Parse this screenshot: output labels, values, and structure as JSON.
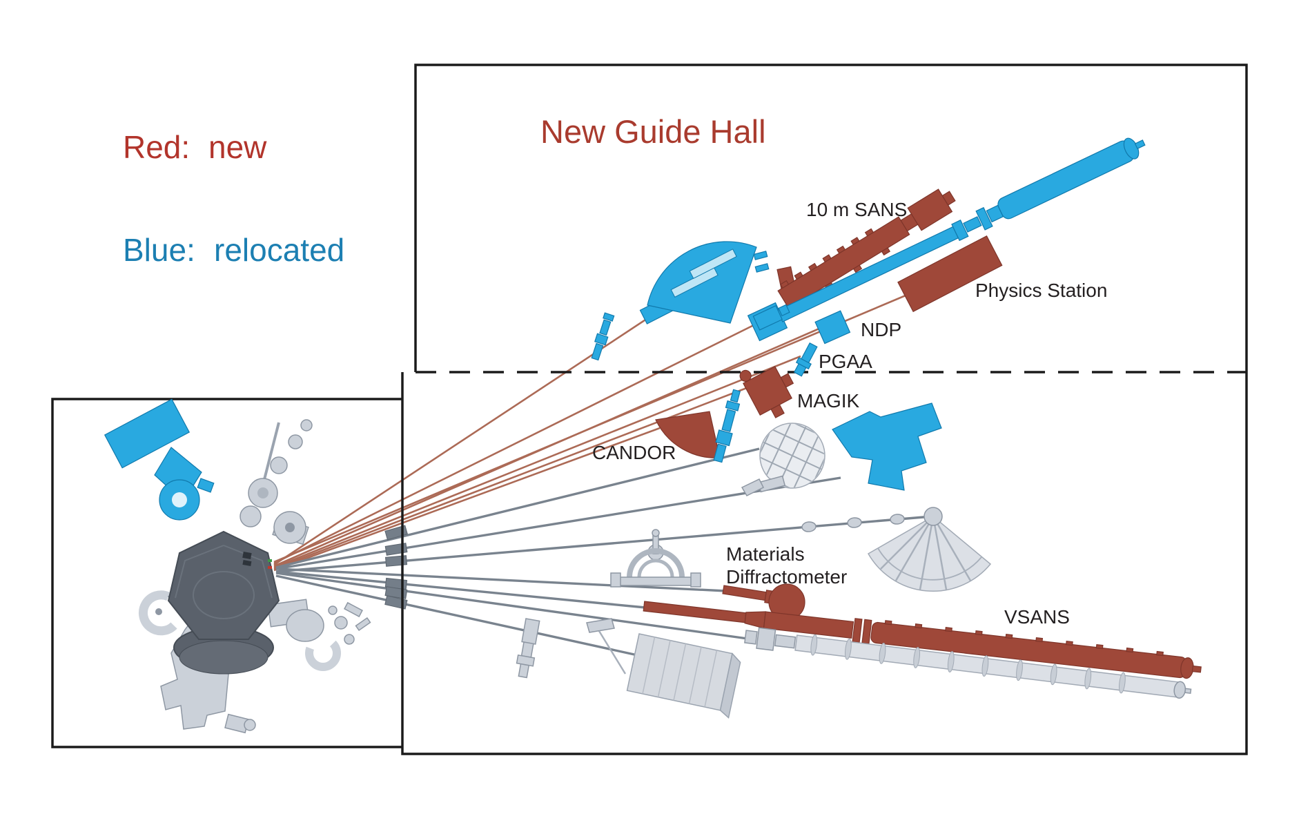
{
  "title": {
    "text": "New Guide Hall"
  },
  "legend": {
    "red_key": "Red:",
    "red_value": "new",
    "blue_key": "Blue:",
    "blue_value": "relocated"
  },
  "labels": {
    "sans10m": "10 m SANS",
    "physics_station": "Physics Station",
    "ndp": "NDP",
    "pgaa": "PGAA",
    "magik": "MAGIK",
    "candor": "CANDOR",
    "materials_line1": "Materials",
    "materials_line2": "Diffractometer",
    "vsans": "VSANS"
  },
  "colors": {
    "new_red": "#9F4839",
    "relocated_blue": "#29A9E0",
    "title_red": "#A93B2E",
    "legend_red": "#B2342B",
    "legend_blue": "#1C7FB2",
    "existing_gray": "#CBD1D9",
    "beam_red": "#AC6A56",
    "beam_gray": "#79838E"
  },
  "instruments": [
    {
      "name": "10 m SANS",
      "status": "new"
    },
    {
      "name": "Physics Station",
      "status": "new"
    },
    {
      "name": "NDP",
      "status": "relocated"
    },
    {
      "name": "PGAA",
      "status": "relocated"
    },
    {
      "name": "MAGIK",
      "status": "new"
    },
    {
      "name": "CANDOR",
      "status": "new"
    },
    {
      "name": "Materials Diffractometer",
      "status": "new"
    },
    {
      "name": "VSANS",
      "status": "new"
    }
  ]
}
